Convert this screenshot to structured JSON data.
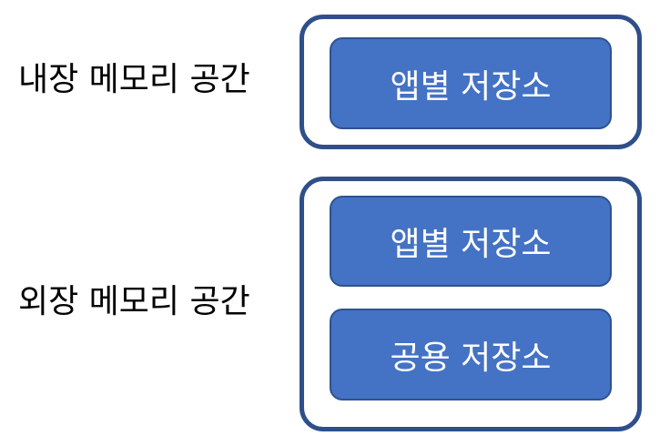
{
  "internal": {
    "label": "내장 메모리 공간",
    "boxes": [
      "앱별 저장소"
    ]
  },
  "external": {
    "label": "외장 메모리 공간",
    "boxes": [
      "앱별 저장소",
      "공용 저장소"
    ]
  },
  "colors": {
    "container_border": "#2f4f8a",
    "box_fill": "#4472c4",
    "box_border": "#2f528f",
    "box_text": "#ffffff"
  }
}
